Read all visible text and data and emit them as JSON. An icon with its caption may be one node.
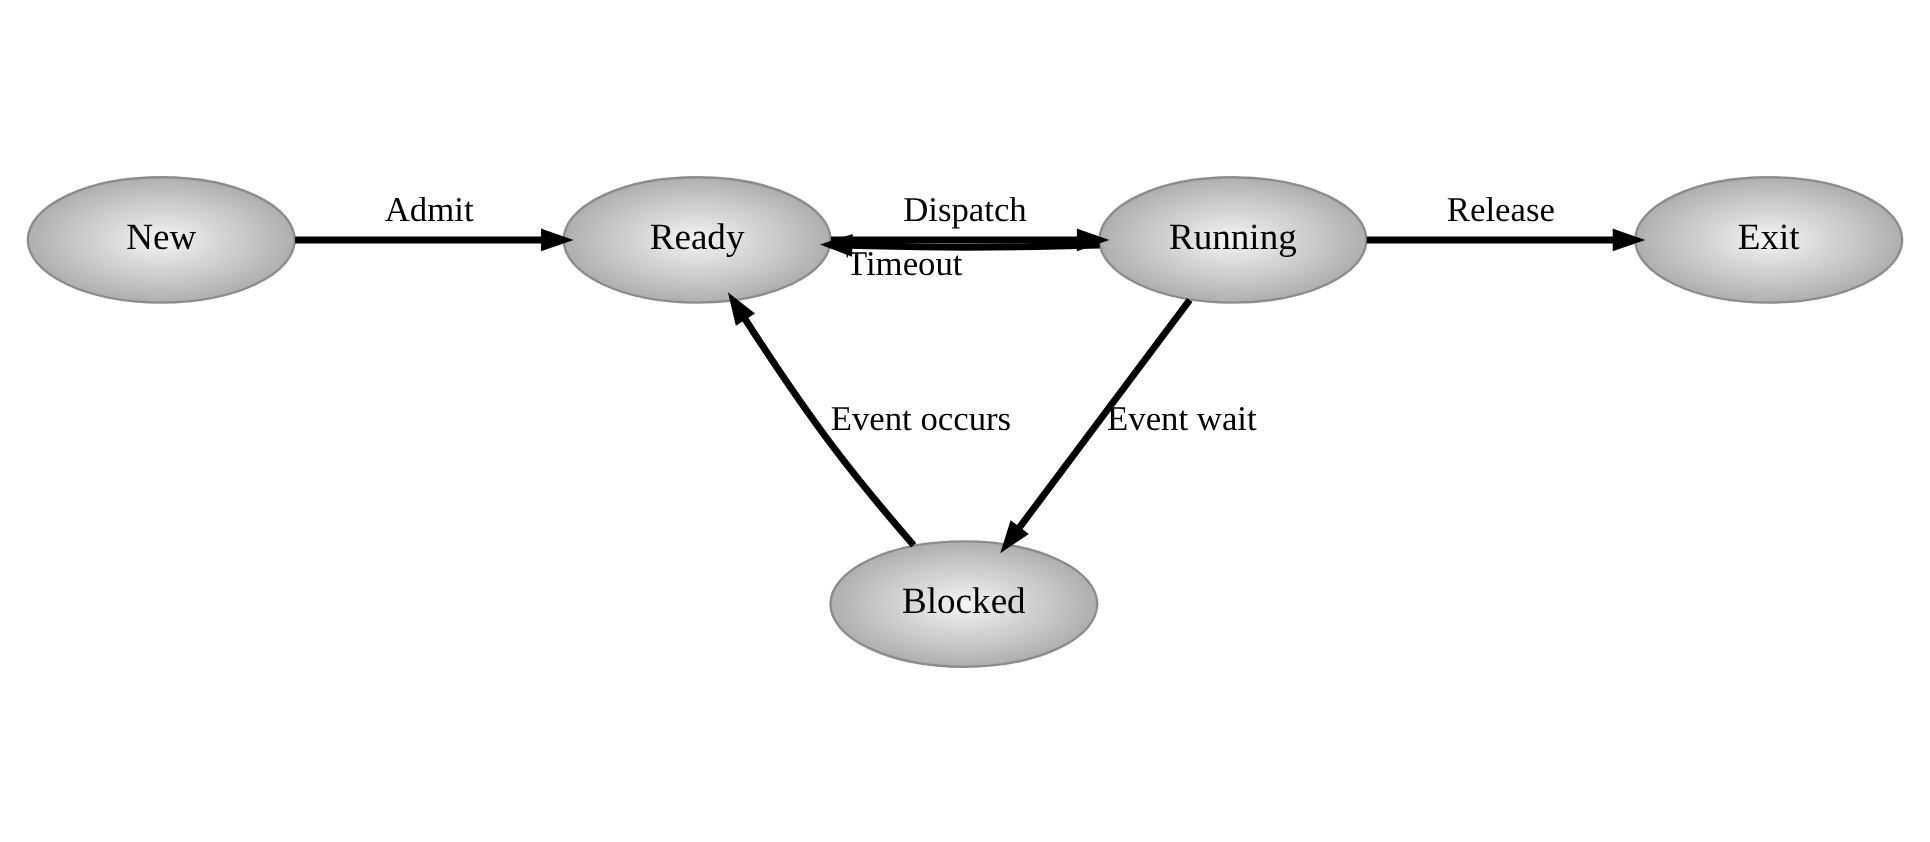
{
  "diagram": {
    "nodes": [
      {
        "text": [
          "New"
        ]
      },
      {
        "text": [
          "Ready"
        ]
      },
      {
        "text": [
          "Running"
        ]
      },
      {
        "text": [
          "Exit"
        ]
      },
      {
        "text": [
          "Blocked"
        ]
      }
    ],
    "edges": [
      {
        "from": 0,
        "to": 1,
        "arrow": "to",
        "label": "Admit"
      },
      {
        "from": 1,
        "to": 2,
        "arrow": "to",
        "label": "Dispatch"
      },
      {
        "from": 2,
        "to": 1,
        "arrow": "to",
        "label": "Timeout"
      },
      {
        "from": 2,
        "to": 3,
        "arrow": "to",
        "label": "Release"
      },
      {
        "from": 2,
        "to": 4,
        "arrow": "to",
        "label": "Event wait"
      },
      {
        "from": 4,
        "to": 1,
        "arrow": "to",
        "label": "Event occurs"
      }
    ]
  }
}
